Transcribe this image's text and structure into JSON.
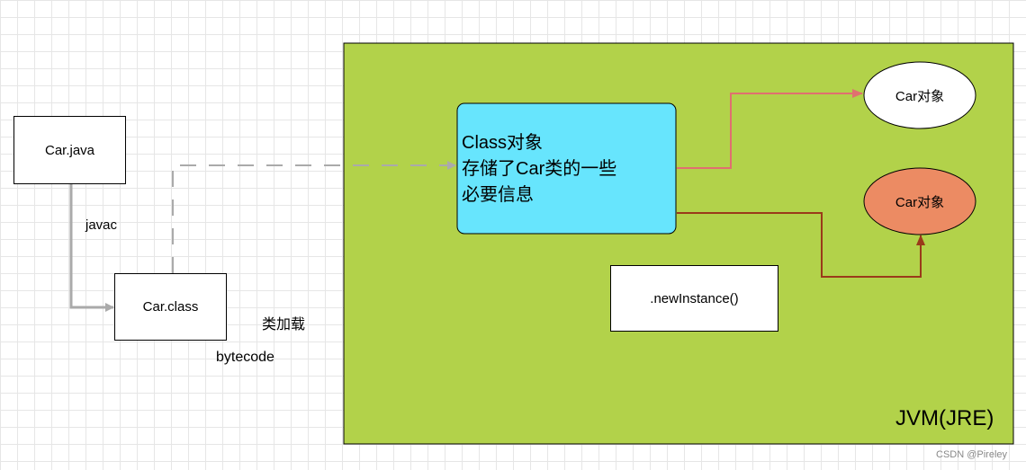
{
  "diagram": {
    "jvm_label": "JVM(JRE)",
    "source_file": "Car.java",
    "compile_label": "javac",
    "class_file": "Car.class",
    "class_file_caption": "bytecode",
    "load_label": "类加载",
    "class_object": {
      "line1": "Class对象",
      "line2": "存储了Car类的一些",
      "line3": "必要信息"
    },
    "instance_top": "Car对象",
    "instance_bottom": "Car对象",
    "method_label": ".newInstance()"
  },
  "colors": {
    "jvm_fill": "#b2d24a",
    "class_object_fill": "#67e5fd",
    "instance_bottom_fill": "#ec8b63",
    "arrow_top": "#e07070",
    "arrow_bottom": "#9a3a1a",
    "gray_arrow": "#aaaaaa"
  },
  "watermark": "CSDN @Pireley"
}
